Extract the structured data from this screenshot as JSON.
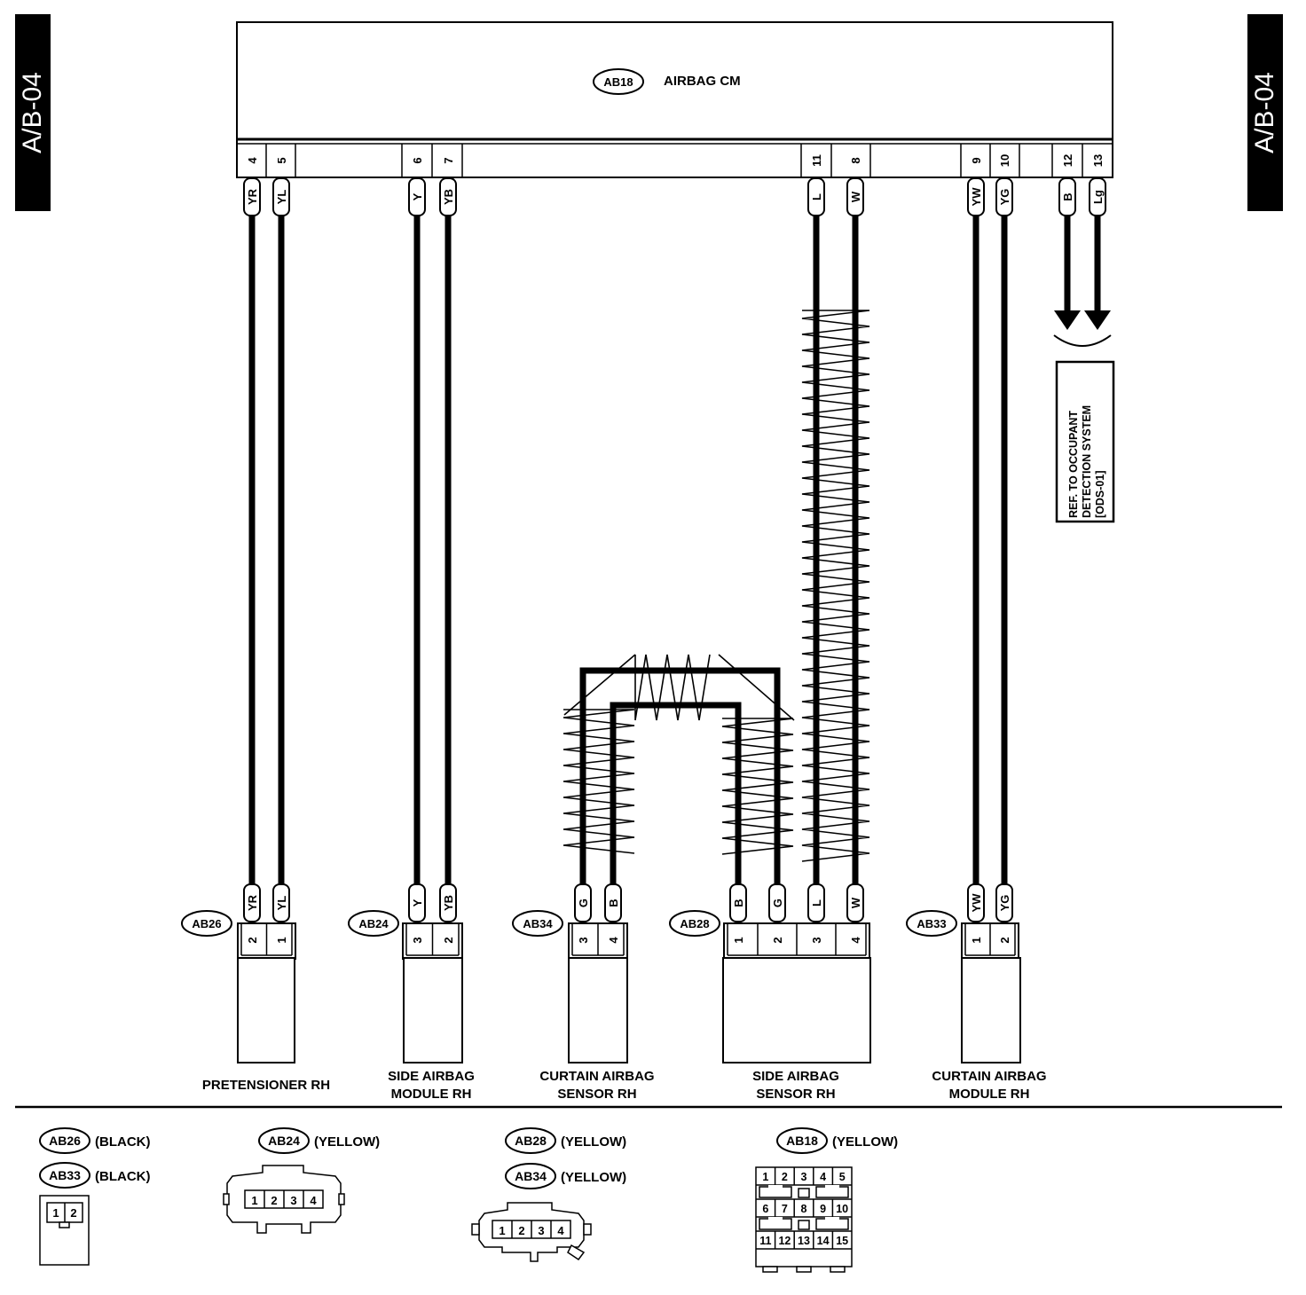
{
  "page_tag": "A/B-04",
  "control_module": {
    "id": "AB18",
    "name": "AIRBAG CM"
  },
  "cm_pins": [
    {
      "pin": "4",
      "color": "YR"
    },
    {
      "pin": "5",
      "color": "YL"
    },
    {
      "pin": "6",
      "color": "Y"
    },
    {
      "pin": "7",
      "color": "YB"
    },
    {
      "pin": "11",
      "color": "L"
    },
    {
      "pin": "8",
      "color": "W"
    },
    {
      "pin": "9",
      "color": "YW"
    },
    {
      "pin": "10",
      "color": "YG"
    },
    {
      "pin": "12",
      "color": "B"
    },
    {
      "pin": "13",
      "color": "Lg"
    }
  ],
  "reference_box": [
    "REF. TO OCCUPANT",
    "DETECTION SYSTEM",
    "[ODS-01]"
  ],
  "connectors": [
    {
      "id": "AB26",
      "pins": [
        {
          "pin": "2",
          "color": "YR"
        },
        {
          "pin": "1",
          "color": "YL"
        }
      ],
      "label": [
        "PRETENSIONER RH"
      ]
    },
    {
      "id": "AB24",
      "pins": [
        {
          "pin": "3",
          "color": "Y"
        },
        {
          "pin": "2",
          "color": "YB"
        }
      ],
      "label": [
        "SIDE AIRBAG",
        "MODULE RH"
      ]
    },
    {
      "id": "AB34",
      "pins": [
        {
          "pin": "3",
          "color": "G"
        },
        {
          "pin": "4",
          "color": "B"
        }
      ],
      "label": [
        "CURTAIN AIRBAG",
        "SENSOR RH"
      ]
    },
    {
      "id": "AB28",
      "pins": [
        {
          "pin": "1",
          "color": "B"
        },
        {
          "pin": "2",
          "color": "G"
        },
        {
          "pin": "3",
          "color": "L"
        },
        {
          "pin": "4",
          "color": "W"
        }
      ],
      "label": [
        "SIDE AIRBAG",
        "SENSOR RH"
      ]
    },
    {
      "id": "AB33",
      "pins": [
        {
          "pin": "1",
          "color": "YW"
        },
        {
          "pin": "2",
          "color": "YG"
        }
      ],
      "label": [
        "CURTAIN AIRBAG",
        "MODULE RH"
      ]
    }
  ],
  "legend": {
    "ab26": {
      "id": "AB26",
      "color": "(BLACK)"
    },
    "ab33": {
      "id": "AB33",
      "color": "(BLACK)"
    },
    "ab24": {
      "id": "AB24",
      "color": "(YELLOW)"
    },
    "ab28": {
      "id": "AB28",
      "color": "(YELLOW)"
    },
    "ab34": {
      "id": "AB34",
      "color": "(YELLOW)"
    },
    "ab18": {
      "id": "AB18",
      "color": "(YELLOW)"
    },
    "two_pin": [
      "1",
      "2"
    ],
    "four_pin": [
      "1",
      "2",
      "3",
      "4"
    ],
    "ab18_pins": [
      [
        "1",
        "2",
        "3",
        "4",
        "5"
      ],
      [
        "6",
        "7",
        "8",
        "9",
        "10"
      ],
      [
        "11",
        "12",
        "13",
        "14",
        "15"
      ]
    ]
  }
}
